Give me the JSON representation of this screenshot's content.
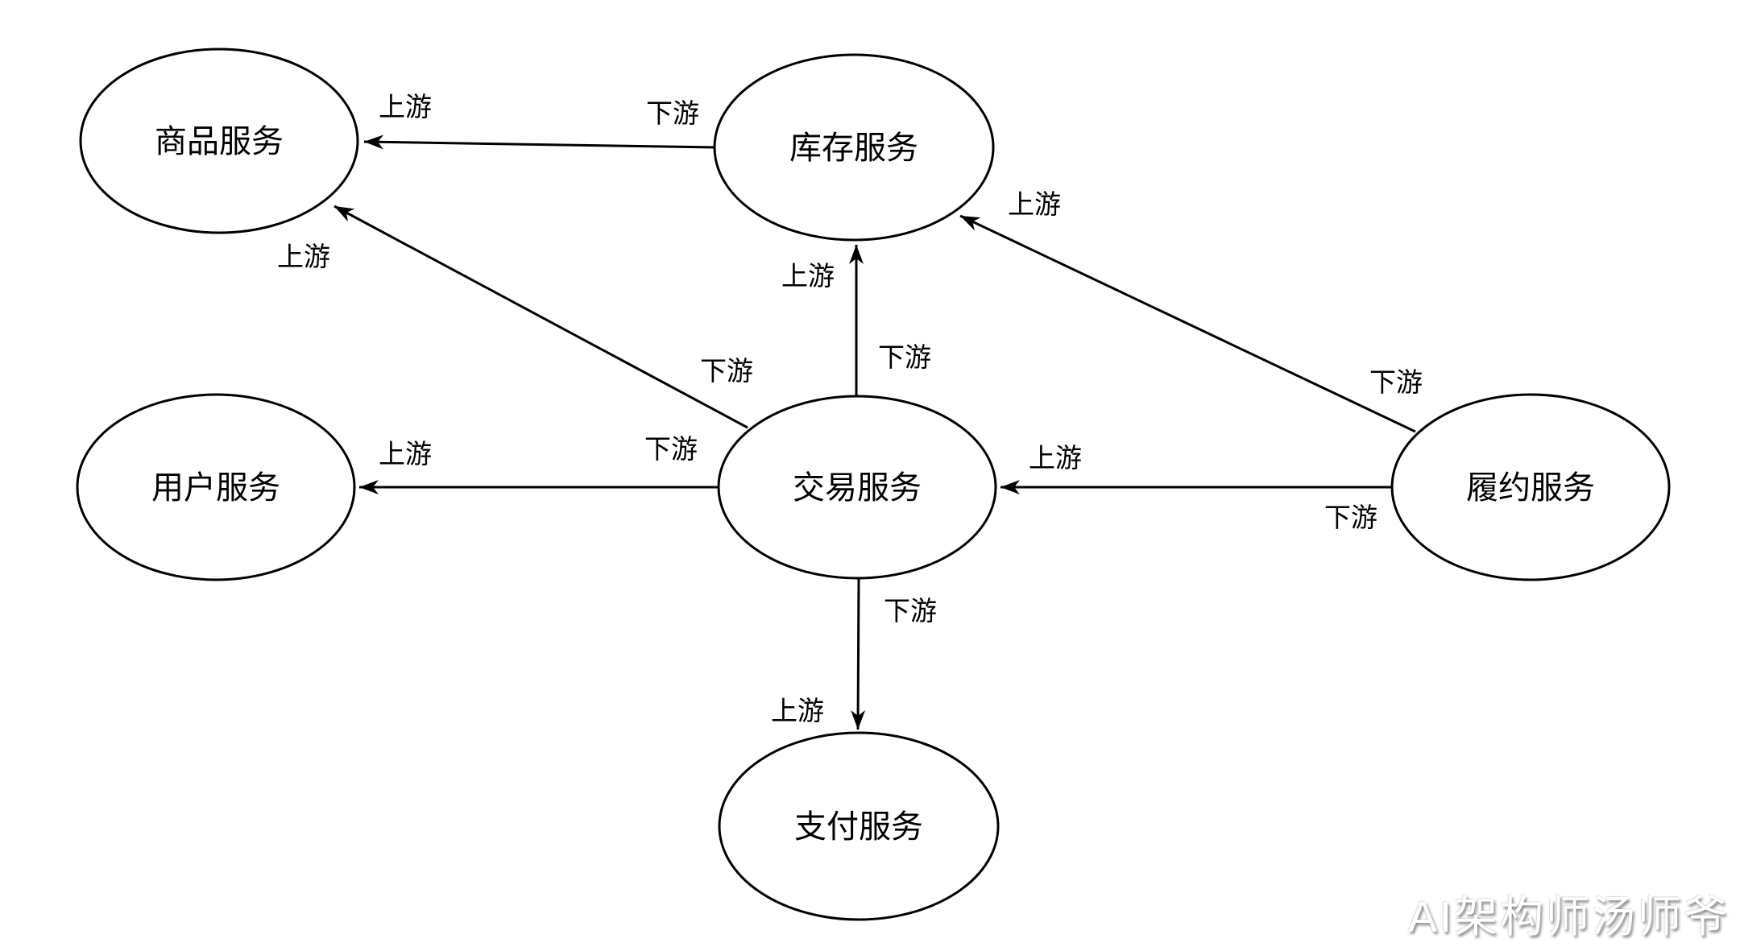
{
  "diagram": {
    "nodes": [
      {
        "id": "product-service",
        "label": "商品服务"
      },
      {
        "id": "inventory-service",
        "label": "库存服务"
      },
      {
        "id": "user-service",
        "label": "用户服务"
      },
      {
        "id": "trade-service",
        "label": "交易服务"
      },
      {
        "id": "fulfillment-service",
        "label": "履约服务"
      },
      {
        "id": "payment-service",
        "label": "支付服务"
      }
    ],
    "edges": [
      {
        "from": "库存服务",
        "to": "商品服务",
        "label_at_target": "上游",
        "label_at_source": "下游"
      },
      {
        "from": "交易服务",
        "to": "商品服务",
        "label_at_target": "上游",
        "label_at_source": "下游"
      },
      {
        "from": "交易服务",
        "to": "库存服务",
        "label_at_target": "上游",
        "label_at_source": "下游"
      },
      {
        "from": "履约服务",
        "to": "库存服务",
        "label_at_target": "上游",
        "label_at_source": "下游"
      },
      {
        "from": "交易服务",
        "to": "用户服务",
        "label_at_target": "上游",
        "label_at_source": "下游"
      },
      {
        "from": "履约服务",
        "to": "交易服务",
        "label_at_target": "上游",
        "label_at_source": "下游"
      },
      {
        "from": "交易服务",
        "to": "支付服务",
        "label_at_target": "上游",
        "label_at_source": "下游"
      }
    ],
    "colors": {
      "stroke": "#000000",
      "background": "#ffffff"
    }
  },
  "watermark": "AI架构师汤师爷"
}
